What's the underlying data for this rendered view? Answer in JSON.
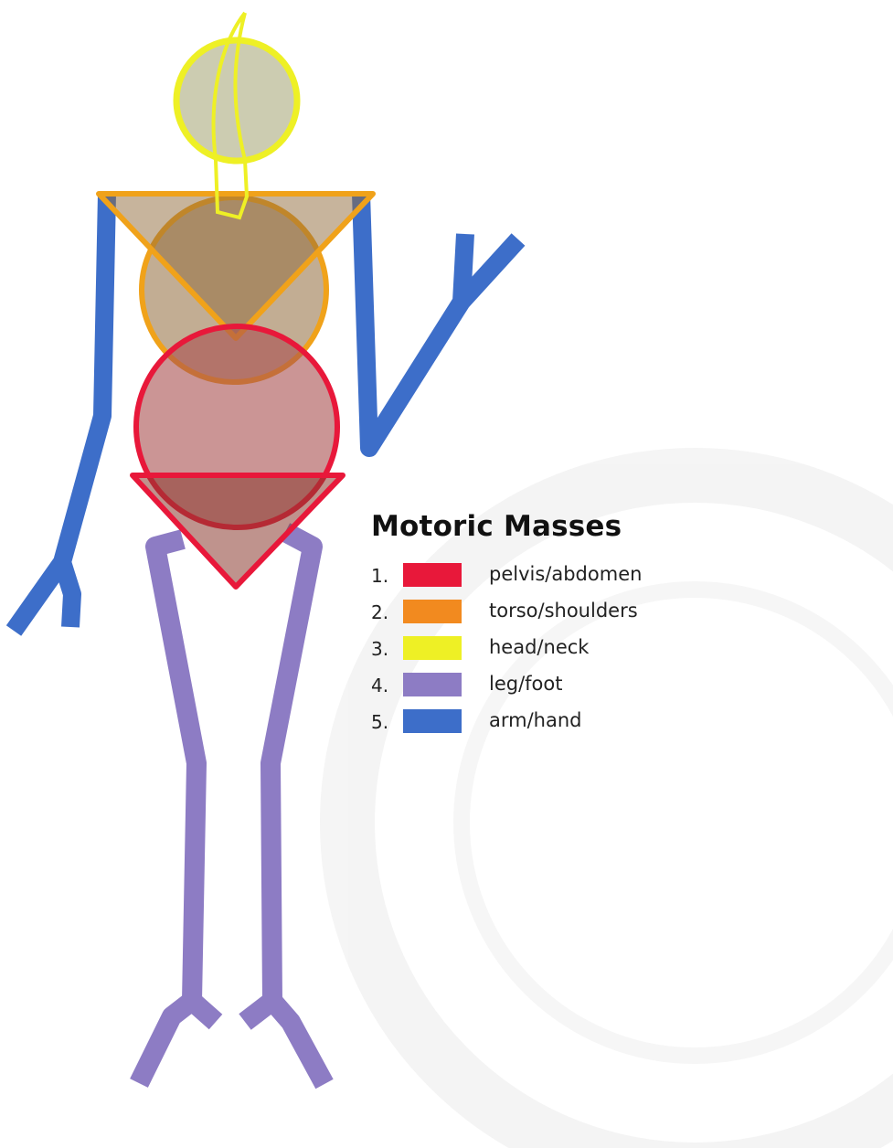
{
  "legend": {
    "title": "Motoric Masses",
    "items": [
      {
        "number": "1.",
        "label": "pelvis/abdomen",
        "color": "#e8183a"
      },
      {
        "number": "2.",
        "label": "torso/shoulders",
        "color": "#f28a1f"
      },
      {
        "number": "3.",
        "label": "head/neck",
        "color": "#eef025"
      },
      {
        "number": "4.",
        "label": "leg/foot",
        "color": "#8d7cc4"
      },
      {
        "number": "5.",
        "label": "arm/hand",
        "color": "#3d6ec9"
      }
    ]
  },
  "colors": {
    "pelvis_stroke": "#e8183a",
    "pelvis_fill": "#a84f4f",
    "torso_stroke": "#f0a21a",
    "torso_fill": "#8f6a3a",
    "head_stroke": "#eef025",
    "head_fill": "#c6c6a8",
    "leg": "#8d7cc4",
    "arm": "#3d6ec9",
    "watermark": "#f2f2f2"
  }
}
